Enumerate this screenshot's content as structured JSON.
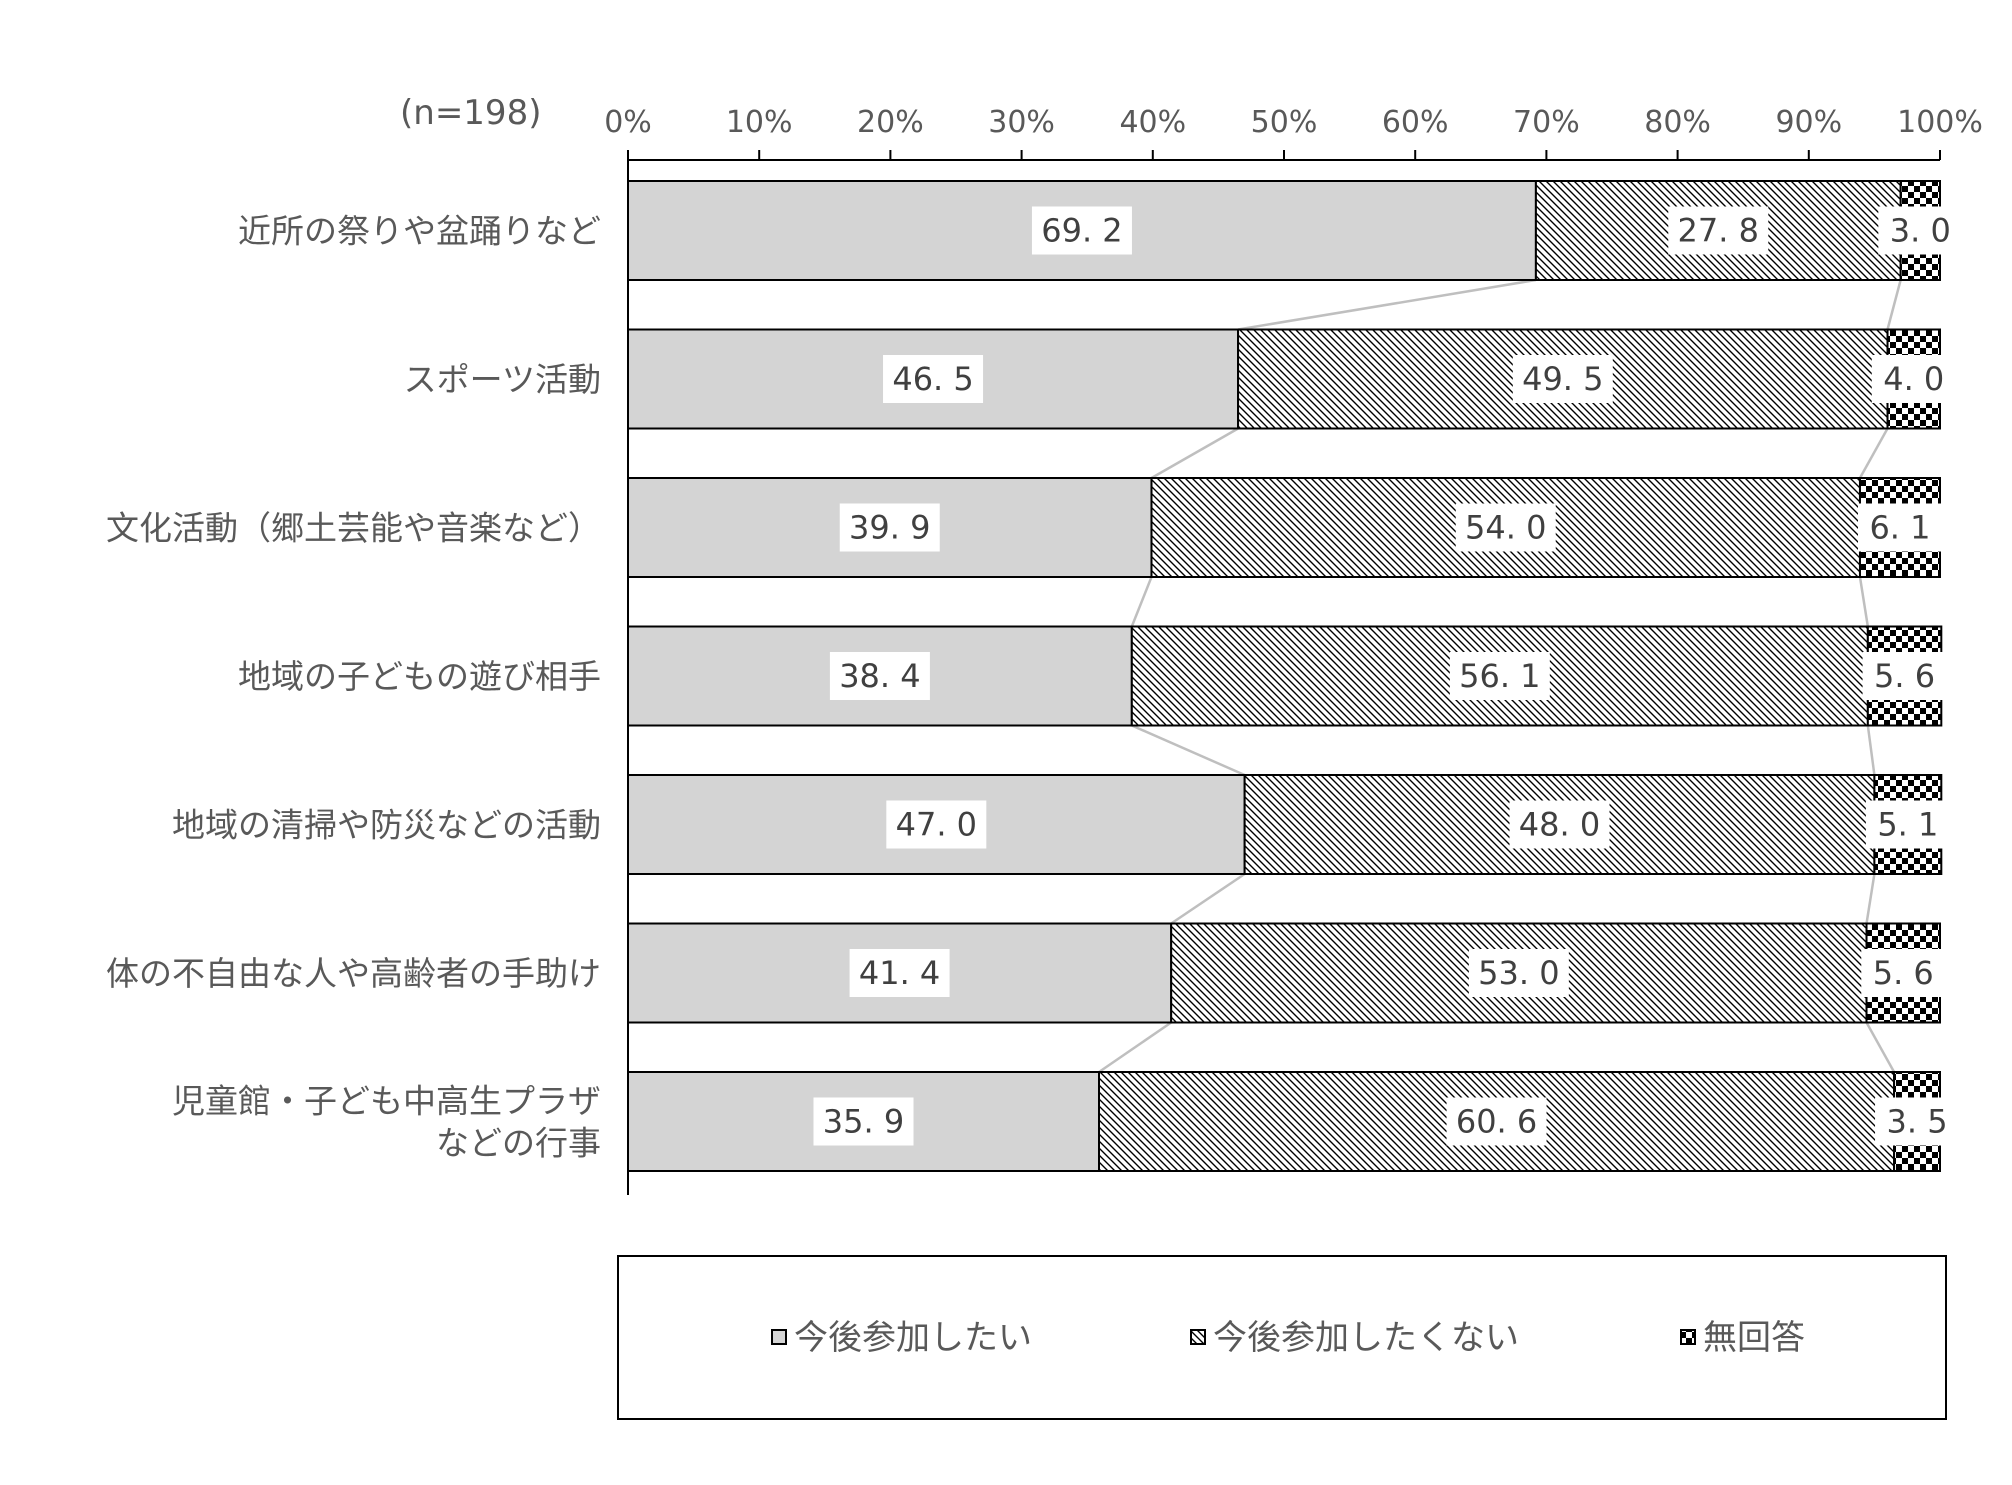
{
  "chart_data": {
    "type": "bar",
    "orientation": "horizontal",
    "stacked": "percent",
    "sample_note": "(n=198)",
    "categories": [
      [
        "近所の祭りや盆踊りなど"
      ],
      [
        "スポーツ活動"
      ],
      [
        "文化活動（郷土芸能や音楽など）"
      ],
      [
        "地域の子どもの遊び相手"
      ],
      [
        "地域の清掃や防災などの活動"
      ],
      [
        "体の不自由な人や高齢者の手助け"
      ],
      [
        "児童館・子ども中高生プラザ",
        "などの行事"
      ]
    ],
    "series": [
      {
        "name": "今後参加したい",
        "values": [
          69.2,
          46.5,
          39.9,
          38.4,
          47.0,
          41.4,
          35.9
        ],
        "labels": [
          "69. 2",
          "46. 5",
          "39. 9",
          "38. 4",
          "47. 0",
          "41. 4",
          "35. 9"
        ]
      },
      {
        "name": "今後参加したくない",
        "values": [
          27.8,
          49.5,
          54.0,
          56.1,
          48.0,
          53.0,
          60.6
        ],
        "labels": [
          "27. 8",
          "49. 5",
          "54. 0",
          "56. 1",
          "48. 0",
          "53. 0",
          "60. 6"
        ]
      },
      {
        "name": "無回答",
        "values": [
          3.0,
          4.0,
          6.1,
          5.6,
          5.1,
          5.6,
          3.5
        ],
        "labels": [
          "3. 0",
          "4. 0",
          "6. 1",
          "5. 6",
          "5. 1",
          "5. 6",
          "3. 5"
        ]
      }
    ],
    "x_ticks": [
      "0%",
      "10%",
      "20%",
      "30%",
      "40%",
      "50%",
      "60%",
      "70%",
      "80%",
      "90%",
      "100%"
    ],
    "xlim": [
      0,
      100
    ],
    "grid": false,
    "series_lines": true,
    "legend_position": "bottom",
    "colors": {
      "series1": "#d4d4d4",
      "stroke": "#000000",
      "connector": "#bfbfbf"
    }
  }
}
